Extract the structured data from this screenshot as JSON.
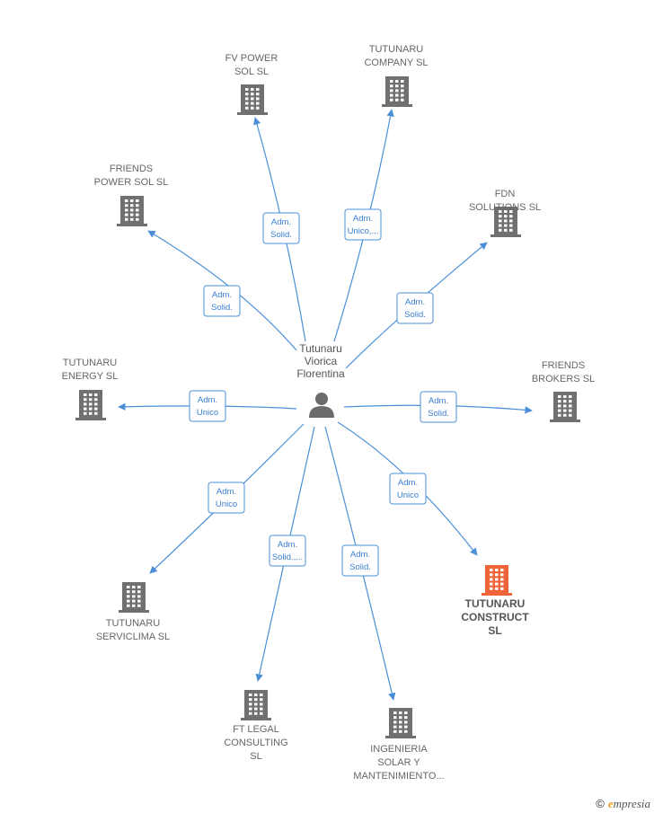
{
  "center": {
    "name_lines": [
      "Tutunaru",
      "Viorica",
      "Florentina"
    ],
    "icon": "person-icon"
  },
  "companies": [
    {
      "id": "fv-power-sol",
      "lines": [
        "FV POWER",
        "SOL  SL"
      ],
      "relation": [
        "Adm.",
        "Solid."
      ],
      "highlight": false,
      "icon": "building-icon"
    },
    {
      "id": "tutunaru-company",
      "lines": [
        "TUTUNARU",
        "COMPANY  SL"
      ],
      "relation": [
        "Adm.",
        "Unico,..."
      ],
      "highlight": false,
      "icon": "building-icon"
    },
    {
      "id": "friends-power-sol",
      "lines": [
        "FRIENDS",
        "POWER SOL  SL"
      ],
      "relation": [
        "Adm.",
        "Solid."
      ],
      "highlight": false,
      "icon": "building-icon"
    },
    {
      "id": "fdn-solutions",
      "lines": [
        "FDN",
        "SOLUTIONS  SL"
      ],
      "relation": [
        "Adm.",
        "Solid."
      ],
      "highlight": false,
      "icon": "building-icon"
    },
    {
      "id": "tutunaru-energy",
      "lines": [
        "TUTUNARU",
        "ENERGY  SL"
      ],
      "relation": [
        "Adm.",
        "Unico"
      ],
      "highlight": false,
      "icon": "building-icon"
    },
    {
      "id": "friends-brokers",
      "lines": [
        "FRIENDS",
        "BROKERS  SL"
      ],
      "relation": [
        "Adm.",
        "Solid."
      ],
      "highlight": false,
      "icon": "building-icon"
    },
    {
      "id": "tutunaru-serviclima",
      "lines": [
        "TUTUNARU",
        "SERVICLIMA  SL"
      ],
      "relation": [
        "Adm.",
        "Unico"
      ],
      "highlight": false,
      "icon": "building-icon"
    },
    {
      "id": "tutunaru-construct",
      "lines": [
        "TUTUNARU",
        "CONSTRUCT",
        "SL"
      ],
      "relation": [
        "Adm.",
        "Unico"
      ],
      "highlight": true,
      "icon": "building-icon"
    },
    {
      "id": "ft-legal-consulting",
      "lines": [
        "FT LEGAL",
        "CONSULTING",
        "SL"
      ],
      "relation": [
        "Adm.",
        "Solid.,..."
      ],
      "highlight": false,
      "icon": "building-icon"
    },
    {
      "id": "ingenieria-solar",
      "lines": [
        "INGENIERIA",
        "SOLAR Y",
        "MANTENIMIENTO..."
      ],
      "relation": [
        "Adm.",
        "Solid."
      ],
      "highlight": false,
      "icon": "building-icon"
    }
  ],
  "colors": {
    "edge": "#4a8fd8",
    "building": "#707070",
    "highlight": "#f0643a",
    "person": "#6b6b6b"
  },
  "footer": {
    "copyright": "©",
    "brand_initial": "e",
    "brand_rest": "mpresia"
  }
}
